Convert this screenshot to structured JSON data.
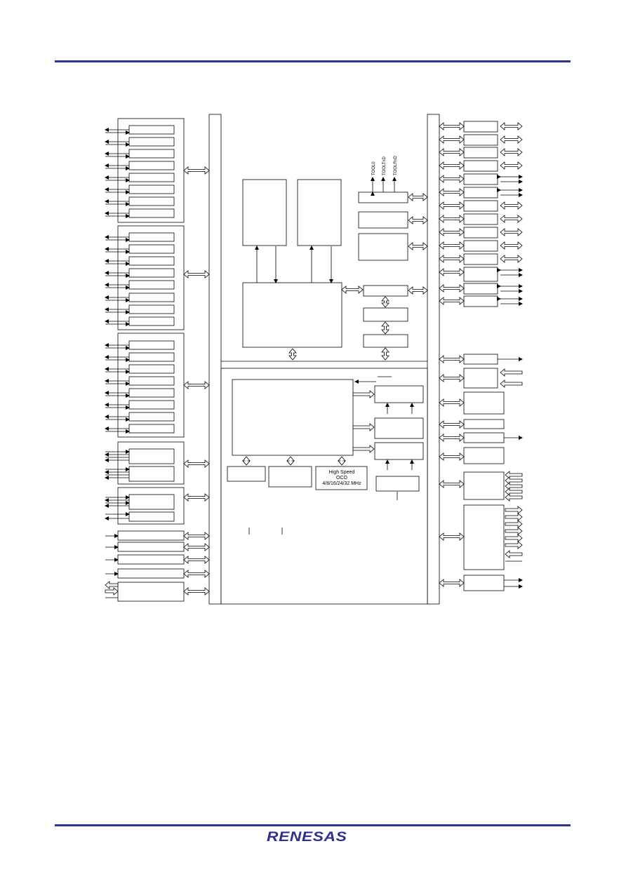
{
  "header": {
    "rule_color": "#2e3192"
  },
  "diagram": {
    "oscillator_label_lines": [
      "High Speed",
      "OCO",
      "4/8/16/24/32 MHz"
    ],
    "pin_labels": [
      "TOOL0",
      "TOOLTxD",
      "TOOLRxD"
    ],
    "line_color": "#000000"
  },
  "footer": {
    "rule_color": "#2e3192",
    "logo_text": "RENESAS",
    "logo_color": "#2e3192",
    "logo_icon": "renesas-logo"
  }
}
